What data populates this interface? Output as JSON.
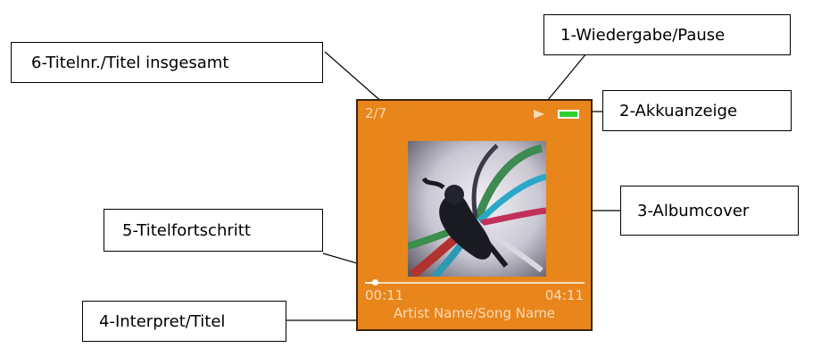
{
  "callouts": {
    "play_pause": "1-Wiedergabe/Pause",
    "battery": "2-Akkuanzeige",
    "album_cover": "3-Albumcover",
    "artist_title": "4-Interpret/Titel",
    "track_progress": "5-Titelfortschritt",
    "track_number": "6-Titelnr./Titel insgesamt"
  },
  "player": {
    "track_counter": "2/7",
    "elapsed_time": "00:11",
    "total_time": "04:11",
    "artist_song": "Artist Name/Song Name",
    "progress": 0.045,
    "colors": {
      "screen": "#e8861b",
      "text": "#fbd9b4",
      "battery": "#2fd12f"
    },
    "icons": {
      "status": "play-icon",
      "battery": "battery-icon"
    }
  }
}
